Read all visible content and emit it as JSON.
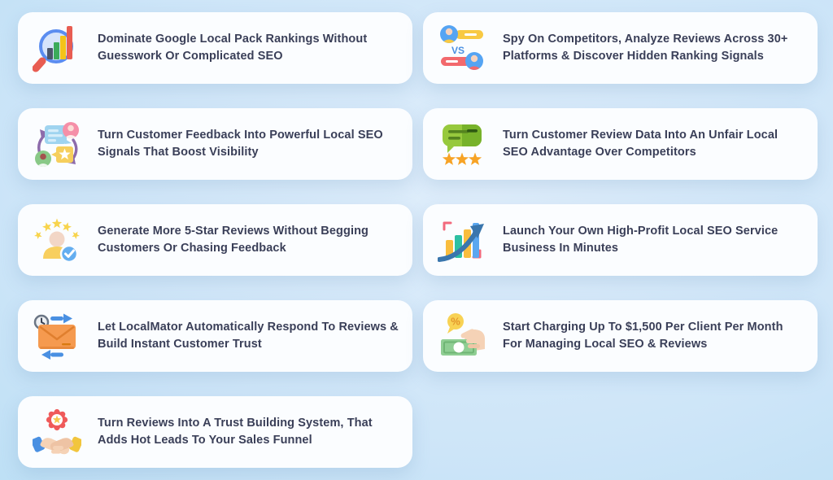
{
  "page": {
    "background_top_left": "#a6d6ef",
    "background_center": "#e0eefb",
    "card_background": "#fbfdff",
    "text_color": "#3a3f58"
  },
  "icons": {
    "vs_label": "VS",
    "percent_label": "%"
  },
  "cards": [
    {
      "icon": "magnifier-chart-icon",
      "text": "Dominate Google Local Pack Rankings Without Guesswork Or Complicated SEO"
    },
    {
      "icon": "vs-comparison-icon",
      "text": "Spy On Competitors, Analyze Reviews Across 30+ Platforms & Discover Hidden Ranking Signals"
    },
    {
      "icon": "feedback-cycle-icon",
      "text": "Turn Customer Feedback Into Powerful Local SEO Signals That Boost Visibility"
    },
    {
      "icon": "review-bubble-stars-icon",
      "text": "Turn Customer Review Data Into An Unfair Local SEO Advantage Over Competitors"
    },
    {
      "icon": "five-star-customer-icon",
      "text": "Generate More 5-Star Reviews Without Begging Customers Or Chasing Feedback"
    },
    {
      "icon": "growth-chart-icon",
      "text": "Launch Your Own High-Profit Local SEO Service Business In Minutes"
    },
    {
      "icon": "auto-reply-envelope-icon",
      "text": "Let LocalMator Automatically Respond To Reviews & Build Instant Customer Trust"
    },
    {
      "icon": "money-hand-icon",
      "text": "Start Charging Up To $1,500 Per Client Per Month For Managing Local SEO & Reviews"
    },
    {
      "icon": "handshake-badge-icon",
      "text": "Turn Reviews Into A Trust Building System, That Adds Hot Leads To Your Sales Funnel"
    }
  ]
}
